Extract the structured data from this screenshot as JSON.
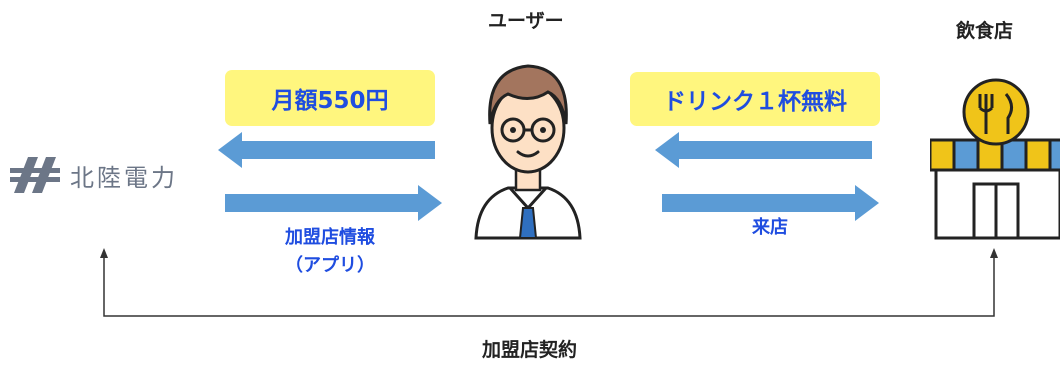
{
  "actors": {
    "user_label": "ユーザー",
    "restaurant_label": "飲食店",
    "company_name": "北陸電力"
  },
  "flows": {
    "monthly_fee": "月額550円",
    "free_drink": "ドリンク１杯無料",
    "member_info_line1": "加盟店情報",
    "member_info_line2": "（アプリ）",
    "visit": "来店",
    "contract": "加盟店契約"
  },
  "colors": {
    "arrow": "#5b9bd5",
    "highlight": "#fff67e",
    "text_blue": "#1f4de0",
    "logo": "#6c7687"
  }
}
